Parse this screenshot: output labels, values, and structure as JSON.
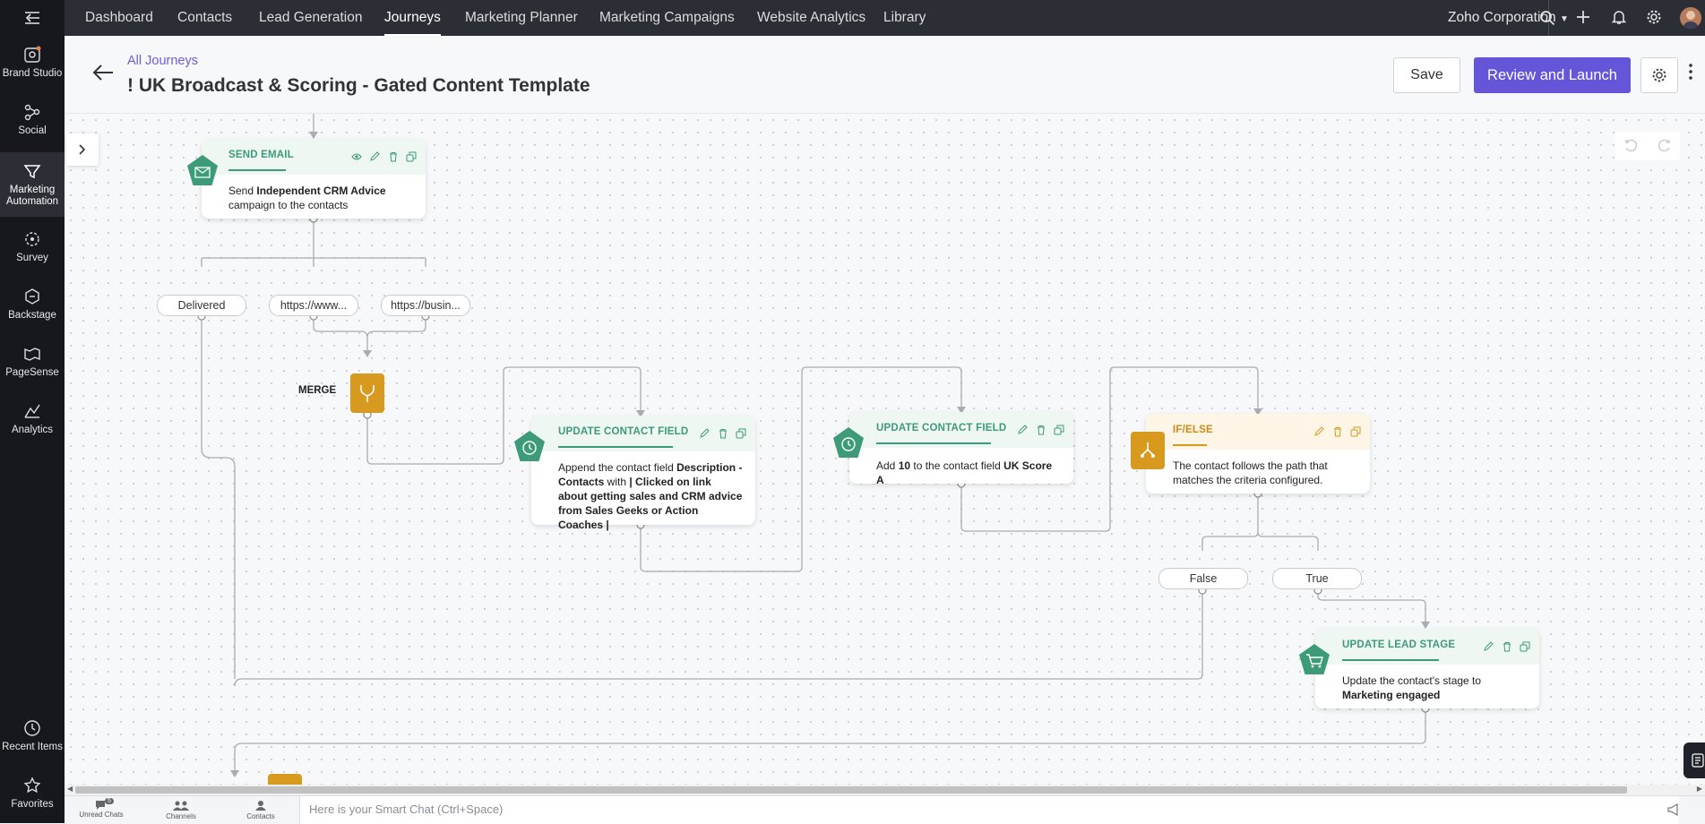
{
  "sidebar": {
    "items": [
      {
        "label": "Brand Studio",
        "icon": "brand-studio-icon"
      },
      {
        "label": "Social",
        "icon": "social-icon"
      },
      {
        "label": "Marketing Automation",
        "icon": "marketing-automation-icon"
      },
      {
        "label": "Survey",
        "icon": "survey-icon"
      },
      {
        "label": "Backstage",
        "icon": "backstage-icon"
      },
      {
        "label": "PageSense",
        "icon": "pagesense-icon"
      },
      {
        "label": "Analytics",
        "icon": "analytics-icon"
      }
    ],
    "bottom_items": [
      {
        "label": "Recent Items",
        "icon": "recent-items-icon"
      },
      {
        "label": "Favorites",
        "icon": "favorites-icon"
      }
    ]
  },
  "topnav": {
    "items": [
      "Dashboard",
      "Contacts",
      "Lead Generation",
      "Journeys",
      "Marketing Planner",
      "Marketing Campaigns",
      "Website Analytics",
      "Library"
    ],
    "active": "Journeys",
    "org": "Zoho Corporation"
  },
  "header": {
    "breadcrumb": "All Journeys",
    "title": "! UK Broadcast & Scoring - Gated Content Template",
    "save_label": "Save",
    "launch_label": "Review and Launch"
  },
  "canvas": {
    "send_email": {
      "title": "SEND EMAIL",
      "pre": "Send ",
      "bold": "Independent CRM Advice",
      "post": " campaign to the contacts"
    },
    "pills": {
      "delivered": "Delivered",
      "link1": "https://www...",
      "link2": "https://busin...",
      "false": "False",
      "true": "True"
    },
    "merge_label": "MERGE",
    "update1": {
      "title": "UPDATE CONTACT FIELD",
      "pre": "Append the contact field ",
      "bold1": "Description - Contacts",
      "mid": " with ",
      "bold2": "| Clicked on link about getting sales and CRM advice from Sales Geeks or Action Coaches |"
    },
    "update2": {
      "title": "UPDATE CONTACT FIELD",
      "pre": "Add ",
      "bold1": "10",
      "mid": " to the contact field ",
      "bold2": "UK Score A"
    },
    "ifelse": {
      "title": "IF/ELSE",
      "body": "The contact follows the path that matches the criteria configured."
    },
    "lead_stage": {
      "title": "UPDATE LEAD STAGE",
      "pre": "Update the contact's stage to ",
      "bold": "Marketing engaged"
    }
  },
  "bottombar": {
    "unread_chats": "Unread Chats",
    "unread_count": "5",
    "channels": "Channels",
    "contacts": "Contacts",
    "chat_placeholder": "Here is your Smart Chat (Ctrl+Space)"
  },
  "colors": {
    "accent": "#6556d9",
    "green": "#3d9b78",
    "orange": "#d8991f",
    "sidebar": "#16181d",
    "topbar": "#2b2e35"
  }
}
